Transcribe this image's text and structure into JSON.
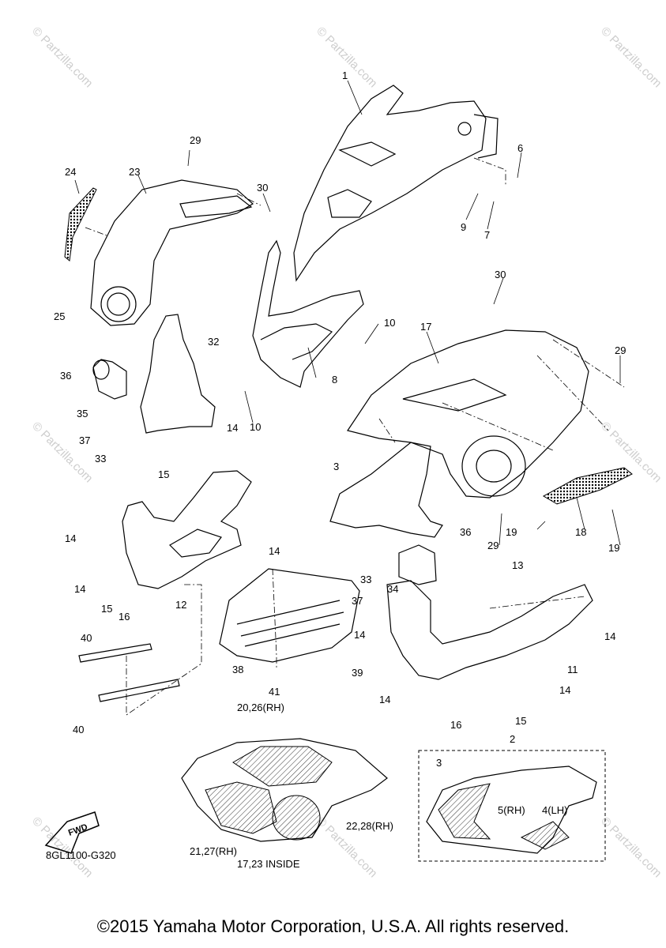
{
  "diagram_code": "8GL1100-G320",
  "copyright": "©2015 Yamaha Motor Corporation, U.S.A. All rights reserved.",
  "watermark": "© Partzilla.com",
  "fwd_label": "FWD",
  "callouts": {
    "c1": "1",
    "c2": "2",
    "c3a": "3",
    "c3b": "3",
    "c4": "4(LH)",
    "c5": "5(RH)",
    "c6": "6",
    "c7": "7",
    "c8": "8",
    "c9": "9",
    "c10a": "10",
    "c10b": "10",
    "c11": "11",
    "c12": "12",
    "c13": "13",
    "c14a": "14",
    "c14b": "14",
    "c14c": "14",
    "c14d": "14",
    "c14e": "14",
    "c14f": "14",
    "c14g": "14",
    "c14h": "14",
    "c15a": "15",
    "c15b": "15",
    "c15c": "15",
    "c16a": "16",
    "c16b": "16",
    "c17": "17",
    "c18": "18",
    "c19a": "19",
    "c19b": "19",
    "c20": "20,26(RH)",
    "c21": "21,27(RH)",
    "c22": "22,28(RH)",
    "c23note": "17,23 INSIDE",
    "c23": "23",
    "c24": "24",
    "c25": "25",
    "c29a": "29",
    "c29b": "29",
    "c29c": "29",
    "c30a": "30",
    "c30b": "30",
    "c32": "32",
    "c33a": "33",
    "c33b": "33",
    "c34": "34",
    "c35": "35",
    "c36a": "36",
    "c36b": "36",
    "c37a": "37",
    "c37b": "37",
    "c38": "38",
    "c39": "39",
    "c40a": "40",
    "c40b": "40",
    "c41": "41"
  }
}
